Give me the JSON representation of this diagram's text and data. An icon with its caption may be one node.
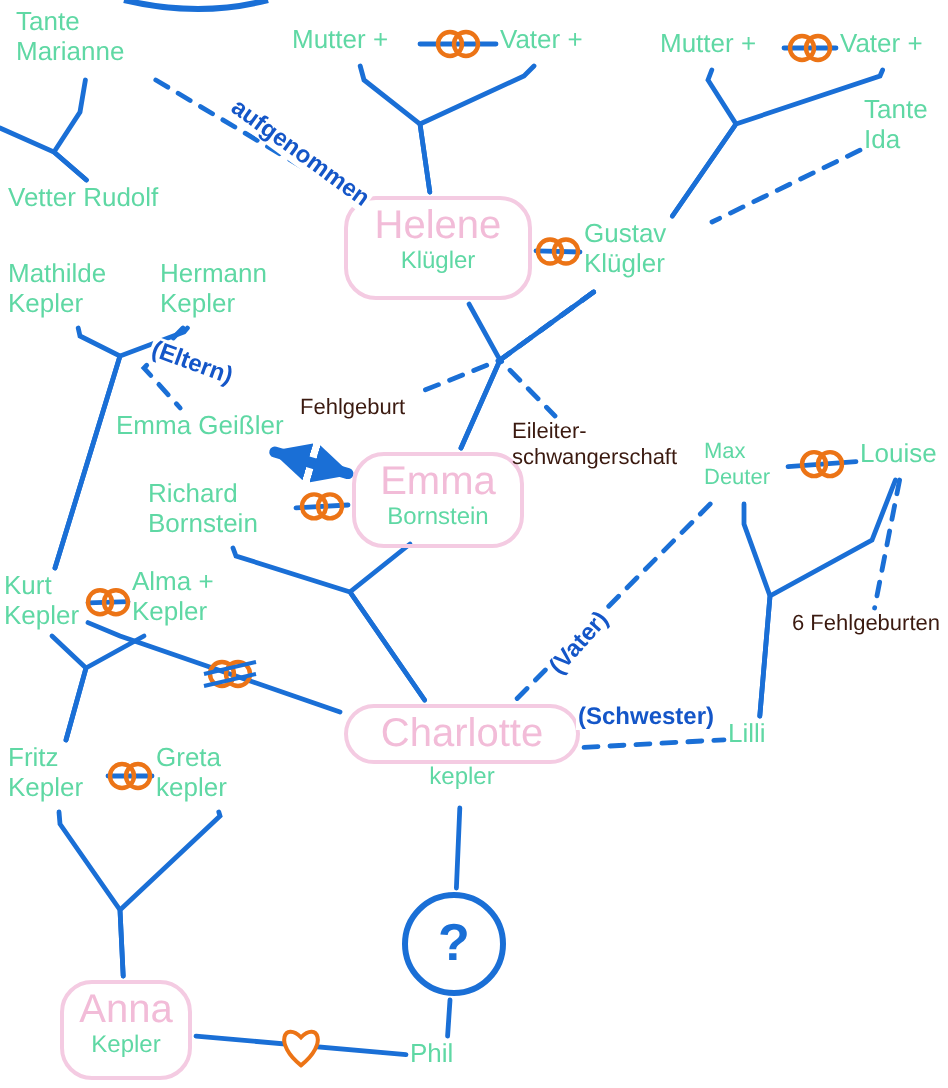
{
  "diagram": {
    "nodes": [
      {
        "text": [
          "Tante Marianne"
        ]
      },
      {
        "text": [
          "Mutter +"
        ]
      },
      {
        "text": [
          "Vater +"
        ]
      },
      {
        "text": [
          "Mutter +"
        ]
      },
      {
        "text": [
          "Vater +"
        ]
      },
      {
        "text": [
          "Tante Ida"
        ]
      },
      {
        "text": [
          "Vetter Rudolf"
        ]
      },
      {
        "text": [
          "Helene",
          "Klügler"
        ]
      },
      {
        "text": [
          "Gustav Klügler"
        ]
      },
      {
        "text": [
          "Mathilde Kepler"
        ]
      },
      {
        "text": [
          "Hermann Kepler"
        ]
      },
      {
        "text": [
          "Emma Geißler"
        ]
      },
      {
        "text": [
          "Richard Bornstein"
        ]
      },
      {
        "text": [
          "Emma",
          "Bornstein"
        ]
      },
      {
        "text": [
          "Max Deuter"
        ]
      },
      {
        "text": [
          "Louise"
        ]
      },
      {
        "text": [
          "Kurt Kepler"
        ]
      },
      {
        "text": [
          "Alma + Kepler"
        ]
      },
      {
        "text": [
          "Charlotte",
          "kepler"
        ]
      },
      {
        "text": [
          "Lilli"
        ]
      },
      {
        "text": [
          "Fritz Kepler"
        ]
      },
      {
        "text": [
          "Greta kepler"
        ]
      },
      {
        "text": [
          "?"
        ]
      },
      {
        "text": [
          "Anna",
          "Kepler"
        ]
      },
      {
        "text": [
          "Phil"
        ]
      },
      {
        "text": [
          "Eileiter-schwangerschaft"
        ]
      },
      {
        "text": [
          "Fehlgeburt"
        ]
      },
      {
        "text": [
          "6 Fehlgeburten"
        ]
      }
    ],
    "edges": [
      {
        "from": 1,
        "to": 2,
        "arrow": "none"
      },
      {
        "from": 1,
        "to": 7,
        "arrow": "none"
      },
      {
        "from": 2,
        "to": 7,
        "arrow": "none"
      },
      {
        "from": 3,
        "to": 4,
        "arrow": "none"
      },
      {
        "from": 3,
        "to": 8,
        "arrow": "none"
      },
      {
        "from": 4,
        "to": 8,
        "arrow": "none"
      },
      {
        "from": 5,
        "to": 8,
        "arrow": "none",
        "style": "dashed"
      },
      {
        "from": 0,
        "to": 7,
        "arrow": "none",
        "style": "dashed",
        "label": "aufgenommen"
      },
      {
        "from": 0,
        "to": 6,
        "arrow": "none"
      },
      {
        "from": null,
        "to": 6,
        "arrow": "none"
      },
      {
        "from": 7,
        "to": 8,
        "arrow": "none"
      },
      {
        "from": 7,
        "to": 13,
        "arrow": "none"
      },
      {
        "from": 8,
        "to": 13,
        "arrow": "none"
      },
      {
        "from": 8,
        "to": 25,
        "arrow": "none",
        "style": "dashed"
      },
      {
        "from": 8,
        "to": 26,
        "arrow": "none",
        "style": "dashed"
      },
      {
        "from": 9,
        "to": 16,
        "arrow": "none"
      },
      {
        "from": 10,
        "to": 16,
        "arrow": "none"
      },
      {
        "from": 10,
        "to": 11,
        "arrow": "none",
        "style": "dashed",
        "label": "(Eltern)"
      },
      {
        "from": 11,
        "to": 13,
        "arrow": "both",
        "style": "thick"
      },
      {
        "from": 12,
        "to": 13,
        "arrow": "none"
      },
      {
        "from": 12,
        "to": 18,
        "arrow": "none"
      },
      {
        "from": 13,
        "to": 18,
        "arrow": "none"
      },
      {
        "from": 14,
        "to": 15,
        "arrow": "none"
      },
      {
        "from": 14,
        "to": 19,
        "arrow": "none"
      },
      {
        "from": 15,
        "to": 19,
        "arrow": "none"
      },
      {
        "from": 15,
        "to": 27,
        "arrow": "none",
        "style": "dashed"
      },
      {
        "from": 14,
        "to": 18,
        "arrow": "none",
        "style": "dashed",
        "label": "(Vater)"
      },
      {
        "from": 16,
        "to": 17,
        "arrow": "none"
      },
      {
        "from": 16,
        "to": 20,
        "arrow": "none"
      },
      {
        "from": 17,
        "to": 20,
        "arrow": "none"
      },
      {
        "from": 16,
        "to": 18,
        "arrow": "none"
      },
      {
        "from": 18,
        "to": 19,
        "arrow": "none",
        "style": "dashed",
        "label": "(Schwester)"
      },
      {
        "from": 20,
        "to": 21,
        "arrow": "none"
      },
      {
        "from": 20,
        "to": 23,
        "arrow": "none"
      },
      {
        "from": 21,
        "to": 23,
        "arrow": "none"
      },
      {
        "from": 18,
        "to": 22,
        "arrow": "none"
      },
      {
        "from": 22,
        "to": 24,
        "arrow": "none"
      },
      {
        "from": 23,
        "to": 24,
        "arrow": "none"
      }
    ]
  }
}
